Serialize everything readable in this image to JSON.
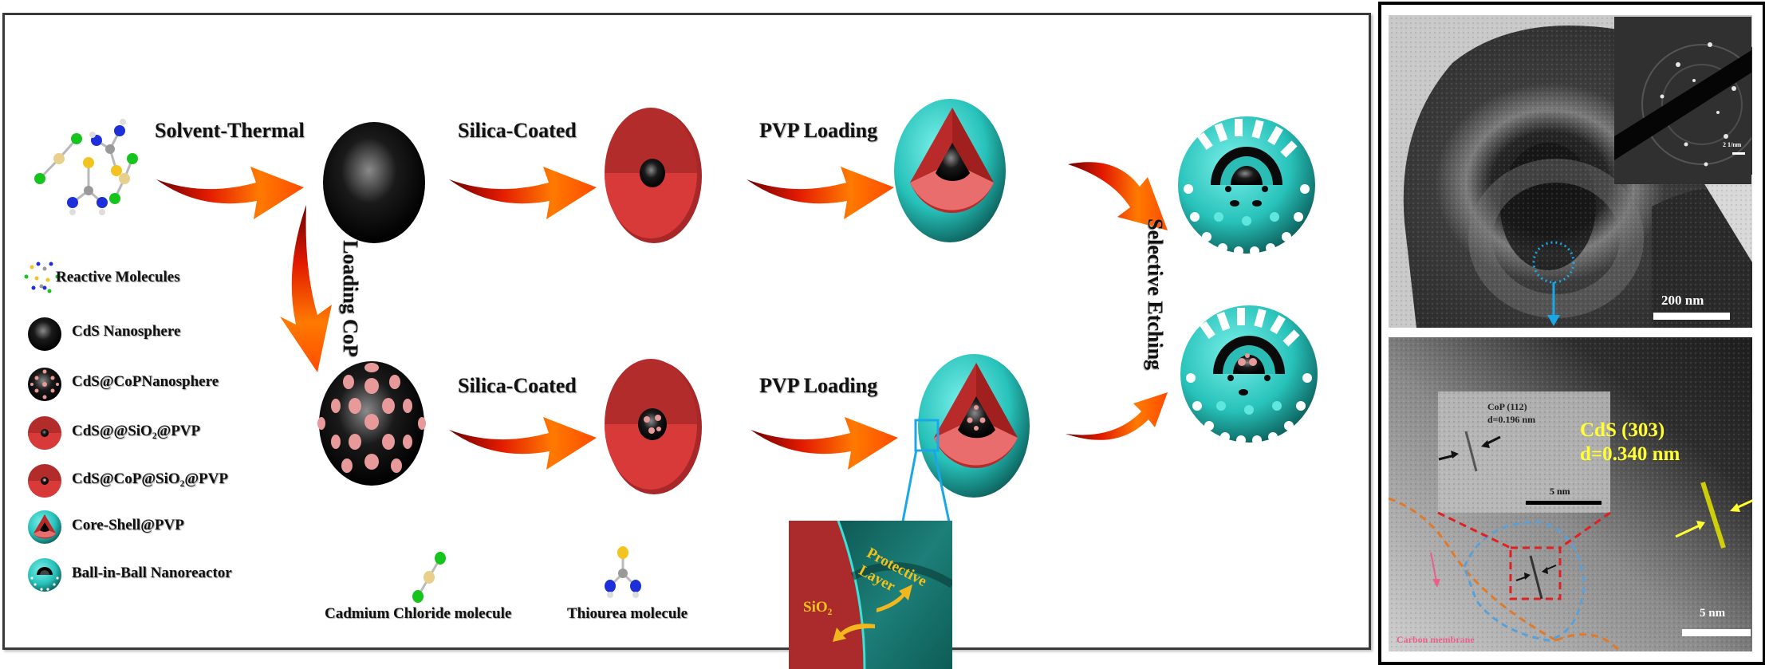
{
  "process": {
    "step_solvent_thermal": "Solvent-Thermal",
    "step_silica_coated_top": "Silica-Coated",
    "step_pvp_loading_top": "PVP  Loading",
    "step_loading_cop": "Loading CoP",
    "step_silica_coated_bottom": "Silica-Coated",
    "step_pvp_loading_bottom": "PVP  Loading",
    "step_selective_etching": "Selective Etching"
  },
  "legend": {
    "items": [
      {
        "icon": "reactive-molecules-icon",
        "label": "Reactive Molecules"
      },
      {
        "icon": "cds-nanosphere-icon",
        "label": "CdS Nanosphere"
      },
      {
        "icon": "cds-cop-nanosphere-icon",
        "label": "CdS@CoPNanosphere"
      },
      {
        "icon": "cds-sio2-pvp-icon",
        "label": "CdS@@SiO₂@PVP"
      },
      {
        "icon": "cds-cop-sio2-pvp-icon",
        "label": "CdS@CoP@SiO₂@PVP"
      },
      {
        "icon": "core-shell-pvp-icon",
        "label": "Core-Shell@PVP"
      },
      {
        "icon": "ball-in-ball-icon",
        "label": "Ball-in-Ball Nanoreactor"
      }
    ]
  },
  "molecules": {
    "cadmium_chloride": "Cadmium Chloride molecule",
    "thiourea": "Thiourea molecule"
  },
  "inset_zoom": {
    "protective_layer_line1": "Protective",
    "protective_layer_line2": "Layer",
    "sio2": "SiO₂"
  },
  "tem": {
    "saed_scale": "2 1/nm",
    "tem_scale": "200 nm",
    "hrtem_cop_label_line1": "CoP (112)",
    "hrtem_cop_label_line2": "d=0.196 nm",
    "hrtem_inset_scale": "5 nm",
    "hrtem_cds_label_line1": "CdS (303)",
    "hrtem_cds_label_line2": "d=0.340 nm",
    "hrtem_scale": "5 nm",
    "carbon_membrane": "Carbon membrane"
  },
  "colors": {
    "arrow_start": "#8b0000",
    "arrow_mid": "#ff2a00",
    "arrow_end": "#ff7a00",
    "silica_red": "#c8302f",
    "silica_light": "#e86a6a",
    "pvp_cyan": "#2ec8c0",
    "cop_pink": "#e8999a",
    "cds_yellow_label": "#ffff33",
    "blue_marker": "#1aa7e8"
  }
}
